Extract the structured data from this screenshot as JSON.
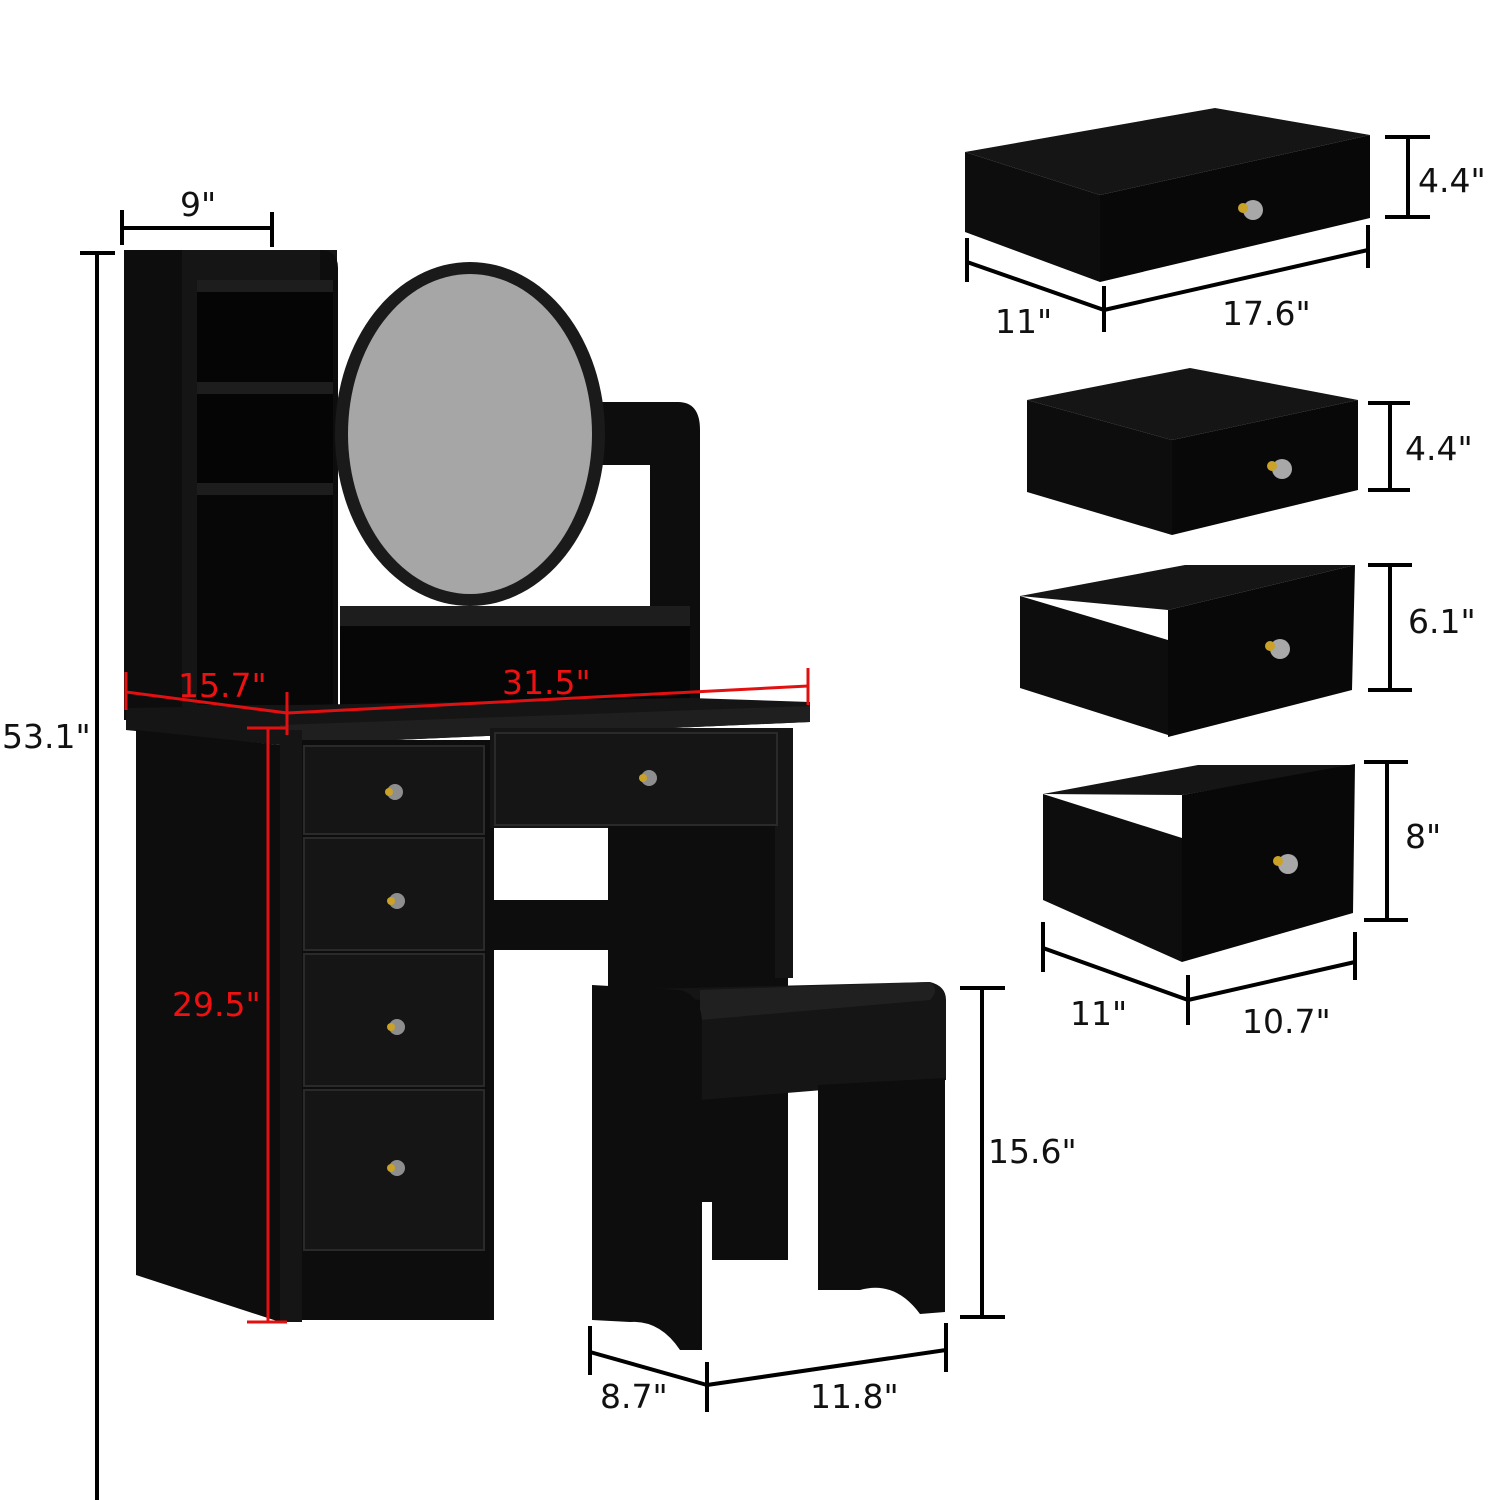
{
  "diagram": {
    "subject": "Vanity desk with round mirror, side shelves, 5 drawers and stool",
    "colors": {
      "background": "#ffffff",
      "furniture": "#0d0d0d",
      "mirror": "#a6a6a6",
      "dimension_black": "#000000",
      "dimension_red": "#e21010",
      "knob_gold": "#c9a227",
      "knob_crystal": "#b8b8b8"
    },
    "vanity": {
      "shelf_width": "9\"",
      "total_height": "53.1\"",
      "depth": "15.7\"",
      "width": "31.5\"",
      "desk_height": "29.5\""
    },
    "stool": {
      "height": "15.6\"",
      "depth": "8.7\"",
      "width": "11.8\""
    },
    "drawers": [
      {
        "name": "top-wide-drawer",
        "height": "4.4\"",
        "depth": "11\"",
        "width": "17.6\""
      },
      {
        "name": "small-drawer",
        "height": "4.4\""
      },
      {
        "name": "medium-drawer",
        "height": "6.1\""
      },
      {
        "name": "large-drawer",
        "height": "8\"",
        "depth": "11\"",
        "width": "10.7\""
      }
    ]
  }
}
